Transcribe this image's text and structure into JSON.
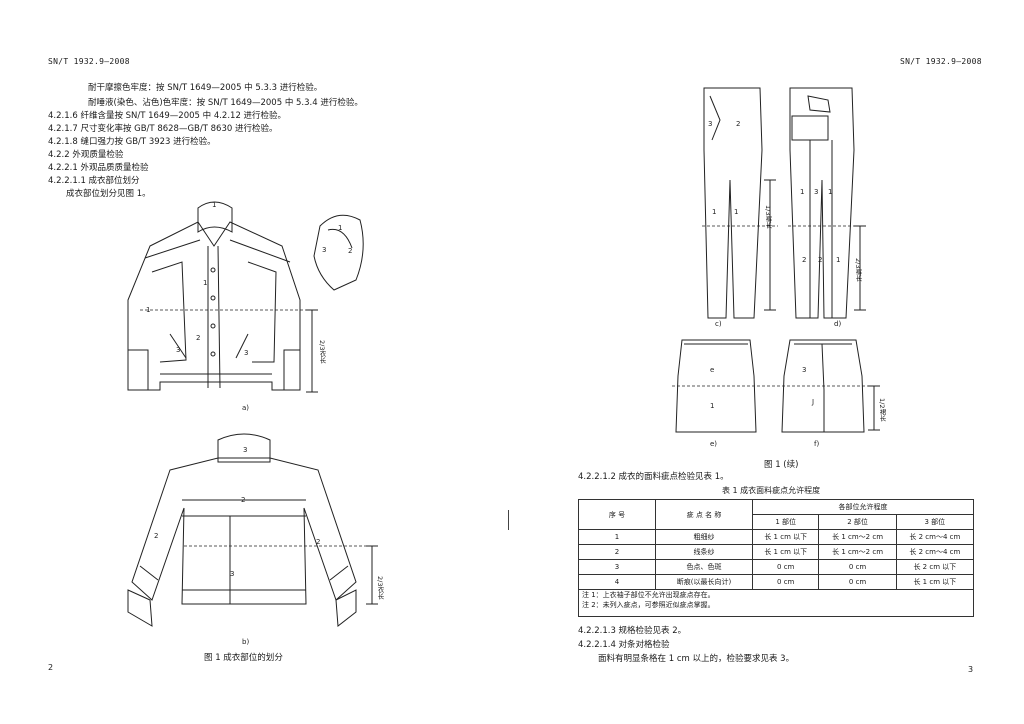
{
  "left_page": {
    "header": "SN/T 1932.9—2008",
    "lines": [
      "耐干摩擦色牢度：按 SN/T 1649—2005 中 5.3.3 进行检验。",
      "耐唾液(染色、沾色)色牢度：按 SN/T 1649—2005 中 5.3.4 进行检验。",
      "4.2.1.6   纤维含量按 SN/T 1649—2005 中 4.2.12 进行检验。",
      "4.2.1.7   尺寸变化率按 GB/T 8628—GB/T 8630 进行检验。",
      "4.2.1.8   缝口强力按 GB/T 3923 进行检验。",
      "4.2.2   外观质量检验",
      "4.2.2.1   外观品质质量检验",
      "4.2.2.1.1   成衣部位划分",
      "成衣部位划分见图 1。"
    ],
    "figure_a_label": "a)",
    "figure_b_label": "b)",
    "figure_caption": "图 1   成衣部位的划分",
    "page_number": "2",
    "part_labels": [
      "1",
      "2",
      "3"
    ],
    "measure_labels": [
      "2/3衣长",
      "2/3衣长"
    ]
  },
  "right_page": {
    "header": "SN/T 1932.9—2008",
    "figure_labels": [
      "c)",
      "d)",
      "e)",
      "f)"
    ],
    "figure_caption": "图 1 (续)",
    "measure_labels": [
      "1/3裤长",
      "2/3裤长",
      "1/2裙长"
    ],
    "line_before_table": "4.2.2.1.2   成衣的面料疵点检验见表 1。",
    "table_title": "表 1   成衣面料疵点允许程度",
    "table": {
      "headers": [
        "序   号",
        "疵   点   名   称",
        "各部位允许程度"
      ],
      "subheaders": [
        "1 部位",
        "2 部位",
        "3 部位"
      ],
      "rows": [
        [
          "1",
          "粗细纱",
          "长 1 cm 以下",
          "长 1 cm～2 cm",
          "长 2 cm～4 cm"
        ],
        [
          "2",
          "线条纱",
          "长 1 cm 以下",
          "长 1 cm～2 cm",
          "长 2 cm～4 cm"
        ],
        [
          "3",
          "色点、色斑",
          "0 cm",
          "0 cm",
          "长 2 cm 以下"
        ],
        [
          "4",
          "断痕(以最长向计)",
          "0 cm",
          "0 cm",
          "长 1 cm 以下"
        ]
      ],
      "notes": [
        "注 1：上衣袖子部位不允许出现疵点存在。",
        "注 2：未列入疵点，可参照近似疵点掌握。"
      ]
    },
    "lines_after": [
      "4.2.2.1.3   规格检验见表 2。",
      "4.2.2.1.4   对条对格检验",
      "面料有明显条格在 1 cm 以上的，检验要求见表 3。"
    ],
    "page_number": "3"
  }
}
